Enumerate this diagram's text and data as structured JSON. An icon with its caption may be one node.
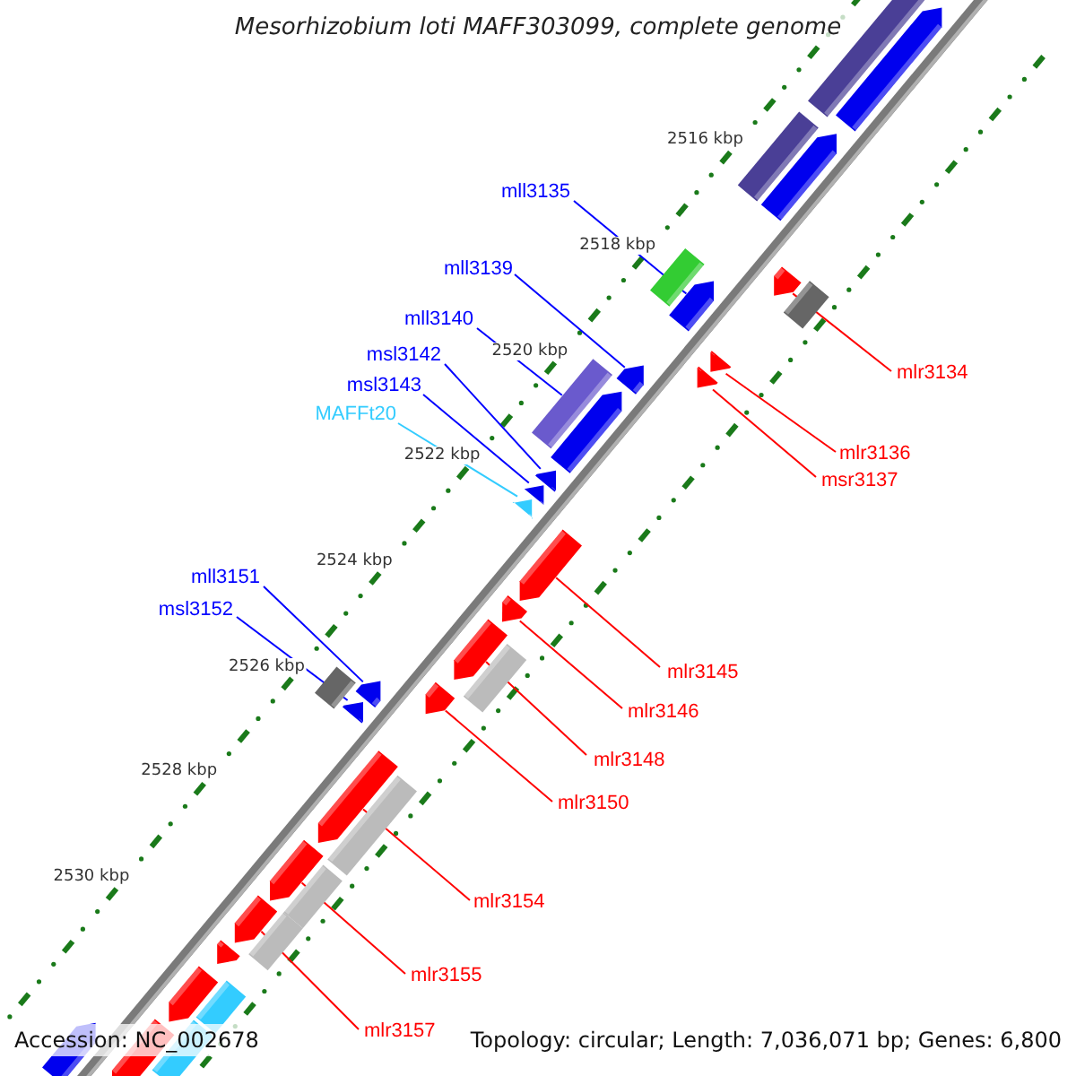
{
  "diagram": {
    "title": "Mesorhizobium loti MAFF303099, complete genome",
    "nodes": [
      {
        "text": [
          "mll3135"
        ]
      },
      {
        "text": [
          "mll3139"
        ]
      },
      {
        "text": [
          "mll3140"
        ]
      },
      {
        "text": [
          "msl3142"
        ]
      },
      {
        "text": [
          "mlr3134"
        ]
      },
      {
        "text": [
          "msl3143"
        ]
      },
      {
        "text": [
          "MAFFt20"
        ]
      },
      {
        "text": [
          "mlr3136"
        ]
      },
      {
        "text": [
          "msr3137"
        ]
      },
      {
        "text": [
          "mll3151"
        ]
      },
      {
        "text": [
          "msl3152"
        ]
      },
      {
        "text": [
          "mlr3145"
        ]
      },
      {
        "text": [
          "mlr3146"
        ]
      },
      {
        "text": [
          "mlr3148"
        ]
      },
      {
        "text": [
          "mlr3150"
        ]
      },
      {
        "text": [
          "mlr3154"
        ]
      },
      {
        "text": [
          "mlr3155"
        ]
      },
      {
        "text": [
          "mlr3157"
        ]
      },
      {
        "text": [],
        "shape": "arrow"
      },
      {
        "text": [],
        "shape": "box"
      },
      {
        "text": [],
        "shape": "arrow"
      },
      {
        "text": [],
        "shape": "box"
      },
      {
        "text": [],
        "shape": "arrow"
      },
      {
        "text": [],
        "shape": "box"
      },
      {
        "text": [],
        "shape": "box"
      },
      {
        "text": [],
        "shape": "arrow"
      },
      {
        "text": [],
        "shape": "arrow"
      },
      {
        "text": [],
        "shape": "arrow"
      },
      {
        "text": [],
        "shape": "arrow"
      },
      {
        "text": [],
        "shape": "box"
      },
      {
        "text": [],
        "shape": "arrow"
      },
      {
        "text": [],
        "shape": "arrow"
      },
      {
        "text": [],
        "shape": "arrow"
      },
      {
        "text": [],
        "shape": "arrow"
      },
      {
        "text": [],
        "shape": "arrow"
      },
      {
        "text": [],
        "shape": "arrow"
      },
      {
        "text": [],
        "shape": "arrow"
      },
      {
        "text": [],
        "shape": "box"
      },
      {
        "text": [],
        "shape": "arrow"
      },
      {
        "text": [],
        "shape": "arrow"
      },
      {
        "text": [],
        "shape": "box"
      },
      {
        "text": [],
        "shape": "arrow"
      },
      {
        "text": [],
        "shape": "arrow"
      },
      {
        "text": [],
        "shape": "box"
      },
      {
        "text": [],
        "shape": "arrow"
      },
      {
        "text": [],
        "shape": "box"
      },
      {
        "text": [],
        "shape": "box"
      },
      {
        "text": [],
        "shape": "arrow"
      },
      {
        "text": [],
        "shape": "arrow"
      },
      {
        "text": [],
        "shape": "box"
      },
      {
        "text": [],
        "shape": "arrow"
      },
      {
        "text": [],
        "shape": "box"
      },
      {
        "text": [],
        "shape": "arrow"
      },
      {
        "text": [],
        "shape": "arrow"
      }
    ],
    "edges": [
      {
        "from": 0,
        "to": 25,
        "arrow": "none",
        "color": "#0000ff"
      },
      {
        "from": 1,
        "to": 28,
        "arrow": "none",
        "color": "#0000ff"
      },
      {
        "from": 2,
        "to": 29,
        "arrow": "none",
        "color": "#0000ff"
      },
      {
        "from": 3,
        "to": 31,
        "arrow": "none",
        "color": "#0000ff"
      },
      {
        "from": 4,
        "to": 22,
        "arrow": "none"
      },
      {
        "from": 5,
        "to": 32,
        "arrow": "none",
        "color": "#0000ff"
      },
      {
        "from": 6,
        "to": 33,
        "arrow": "none",
        "color": "#33ccff"
      },
      {
        "from": 7,
        "to": 26,
        "arrow": "none"
      },
      {
        "from": 8,
        "to": 27,
        "arrow": "none"
      },
      {
        "from": 9,
        "to": 39,
        "arrow": "none",
        "color": "#0000ff"
      },
      {
        "from": 10,
        "to": 41,
        "arrow": "none",
        "color": "#0000ff"
      },
      {
        "from": 11,
        "to": 34,
        "arrow": "none"
      },
      {
        "from": 12,
        "to": 35,
        "arrow": "none"
      },
      {
        "from": 13,
        "to": 36,
        "arrow": "none"
      },
      {
        "from": 14,
        "to": 38,
        "arrow": "none"
      },
      {
        "from": 15,
        "to": 42,
        "arrow": "none"
      },
      {
        "from": 16,
        "to": 44,
        "arrow": "none"
      },
      {
        "from": 17,
        "to": 47,
        "arrow": "none"
      }
    ],
    "labels": [
      "2516 kbp",
      "2518 kbp",
      "2520 kbp",
      "2522 kbp",
      "2524 kbp",
      "2526 kbp",
      "2528 kbp",
      "2530 kbp",
      "Accession: NC_002678",
      "Topology: circular; Length: 7,036,071 bp; Genes: 6,800"
    ]
  }
}
